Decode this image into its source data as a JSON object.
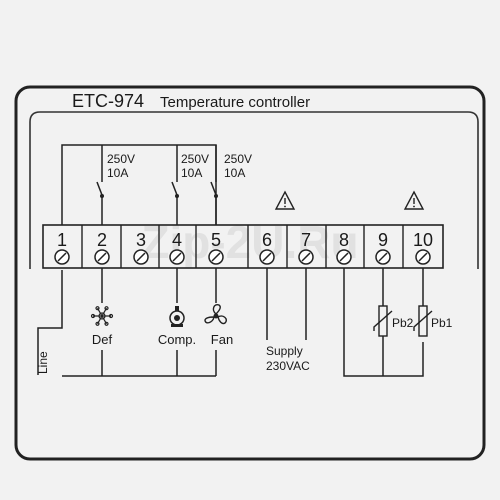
{
  "title": {
    "model": "ETC-974",
    "subtitle": "Temperature controller"
  },
  "terminals": [
    "1",
    "2",
    "3",
    "4",
    "5",
    "6",
    "7",
    "8",
    "9",
    "10"
  ],
  "relays": [
    {
      "voltage": "250V",
      "current": "10A"
    },
    {
      "voltage": "250V",
      "current": "10A"
    },
    {
      "voltage": "250V",
      "current": "10A"
    }
  ],
  "warning_icon": "warning-triangle-icon",
  "outputs": [
    {
      "label": "Def",
      "icon": "snowflake-defrost-icon"
    },
    {
      "label": "Comp.",
      "icon": "compressor-icon"
    },
    {
      "label": "Fan",
      "icon": "fan-icon"
    }
  ],
  "line_label": "Line",
  "supply": {
    "line1": "Supply",
    "line2": "230VAC"
  },
  "probes": [
    {
      "label": "Pb2",
      "icon": "thermistor-icon"
    },
    {
      "label": "Pb1",
      "icon": "thermistor-icon"
    }
  ],
  "watermark": "Zip-2U.Ru"
}
